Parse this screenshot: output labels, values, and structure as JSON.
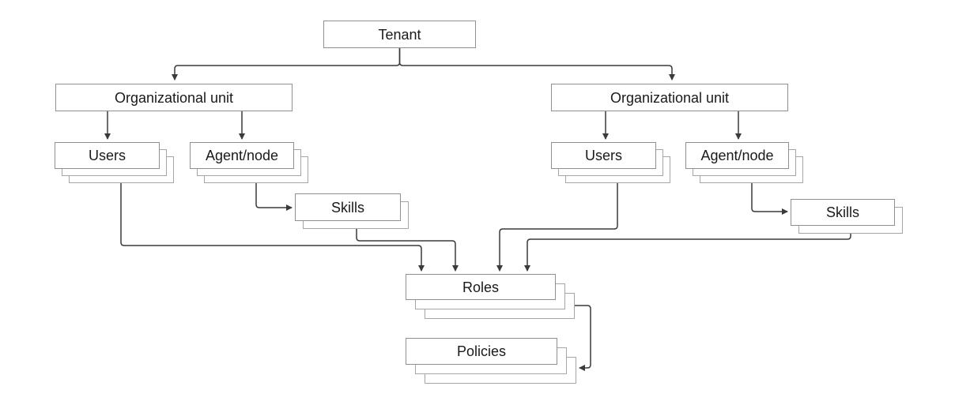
{
  "diagram": {
    "type": "hierarchy-flowchart",
    "colors": {
      "background": "#ffffff",
      "box_fill": "#ffffff",
      "box_border": "#8f8f8f",
      "stack_border": "#a6a6a6",
      "connector": "#3a3a3a",
      "text": "#1a1a1a"
    },
    "nodes": {
      "tenant": {
        "label": "Tenant",
        "stacked": false
      },
      "org_left": {
        "label": "Organizational unit",
        "stacked": false
      },
      "org_right": {
        "label": "Organizational unit",
        "stacked": false
      },
      "users_left": {
        "label": "Users",
        "stacked": true
      },
      "agent_left": {
        "label": "Agent/node",
        "stacked": true
      },
      "skills_left": {
        "label": "Skills",
        "stacked": true
      },
      "users_right": {
        "label": "Users",
        "stacked": true
      },
      "agent_right": {
        "label": "Agent/node",
        "stacked": true
      },
      "skills_right": {
        "label": "Skills",
        "stacked": true
      },
      "roles": {
        "label": "Roles",
        "stacked": true
      },
      "policies": {
        "label": "Policies",
        "stacked": true
      }
    },
    "edges": [
      {
        "from": "tenant",
        "to": "org_left"
      },
      {
        "from": "tenant",
        "to": "org_right"
      },
      {
        "from": "org_left",
        "to": "users_left"
      },
      {
        "from": "org_left",
        "to": "agent_left"
      },
      {
        "from": "org_right",
        "to": "users_right"
      },
      {
        "from": "org_right",
        "to": "agent_right"
      },
      {
        "from": "agent_left",
        "to": "skills_left"
      },
      {
        "from": "agent_right",
        "to": "skills_right"
      },
      {
        "from": "users_left",
        "to": "roles"
      },
      {
        "from": "skills_left",
        "to": "roles"
      },
      {
        "from": "users_right",
        "to": "roles"
      },
      {
        "from": "skills_right",
        "to": "roles"
      },
      {
        "from": "roles",
        "to": "policies"
      }
    ]
  }
}
